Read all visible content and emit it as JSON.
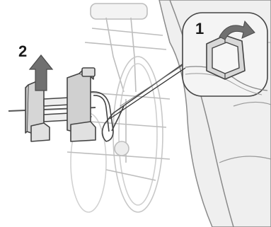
{
  "callouts": [
    {
      "id": "1",
      "label": "1"
    },
    {
      "id": "2",
      "label": "2"
    }
  ],
  "colors": {
    "line": "#4a4a4a",
    "fill_light": "#f2f2f2",
    "fill_mid": "#d9d9d9",
    "fill_dark": "#b8b8b8",
    "arrow": "#6e6e6e"
  }
}
